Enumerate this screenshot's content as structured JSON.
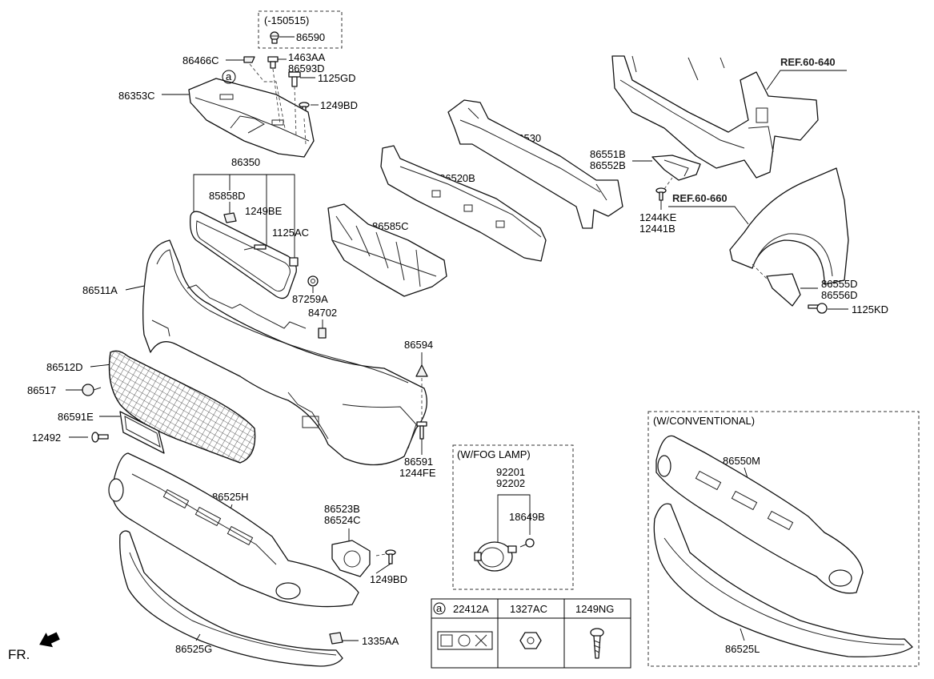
{
  "labels": {
    "l_150515": "(-150515)",
    "l_86590": "86590",
    "l_86466C": "86466C",
    "l_1463AA": "1463AA",
    "l_86593D": "86593D",
    "l_1125GD": "1125GD",
    "l_86353C": "86353C",
    "l_1249BD_top": "1249BD",
    "l_86350": "86350",
    "l_85858D": "85858D",
    "l_1249BE": "1249BE",
    "l_1125AC": "1125AC",
    "l_87259A": "87259A",
    "l_84702": "84702",
    "l_86511A": "86511A",
    "l_86512D": "86512D",
    "l_86517": "86517",
    "l_86591E": "86591E",
    "l_12492": "12492",
    "l_86594": "86594",
    "l_86591": "86591",
    "l_1244FE": "1244FE",
    "l_86530": "86530",
    "l_86520B": "86520B",
    "l_86585C": "86585C",
    "l_86551B": "86551B",
    "l_86552B": "86552B",
    "l_1244KE": "1244KE",
    "l_12441B": "12441B",
    "l_ref640": "REF.60-640",
    "l_ref660": "REF.60-660",
    "l_86555D": "86555D",
    "l_86556D": "86556D",
    "l_1125KD": "1125KD",
    "l_fog_title": "(W/FOG LAMP)",
    "l_92201": "92201",
    "l_92202": "92202",
    "l_18649B": "18649B",
    "l_86523B": "86523B",
    "l_86524C": "86524C",
    "l_1249BD_mid": "1249BD",
    "l_86525H": "86525H",
    "l_86525G": "86525G",
    "l_1335AA": "1335AA",
    "l_conv_title": "(W/CONVENTIONAL)",
    "l_86550M": "86550M",
    "l_86525L": "86525L",
    "l_fr": "FR.",
    "l_callout_a": "a"
  },
  "table": {
    "marker": "a",
    "headers": [
      "22412A",
      "1327AC",
      "1249NG"
    ]
  }
}
